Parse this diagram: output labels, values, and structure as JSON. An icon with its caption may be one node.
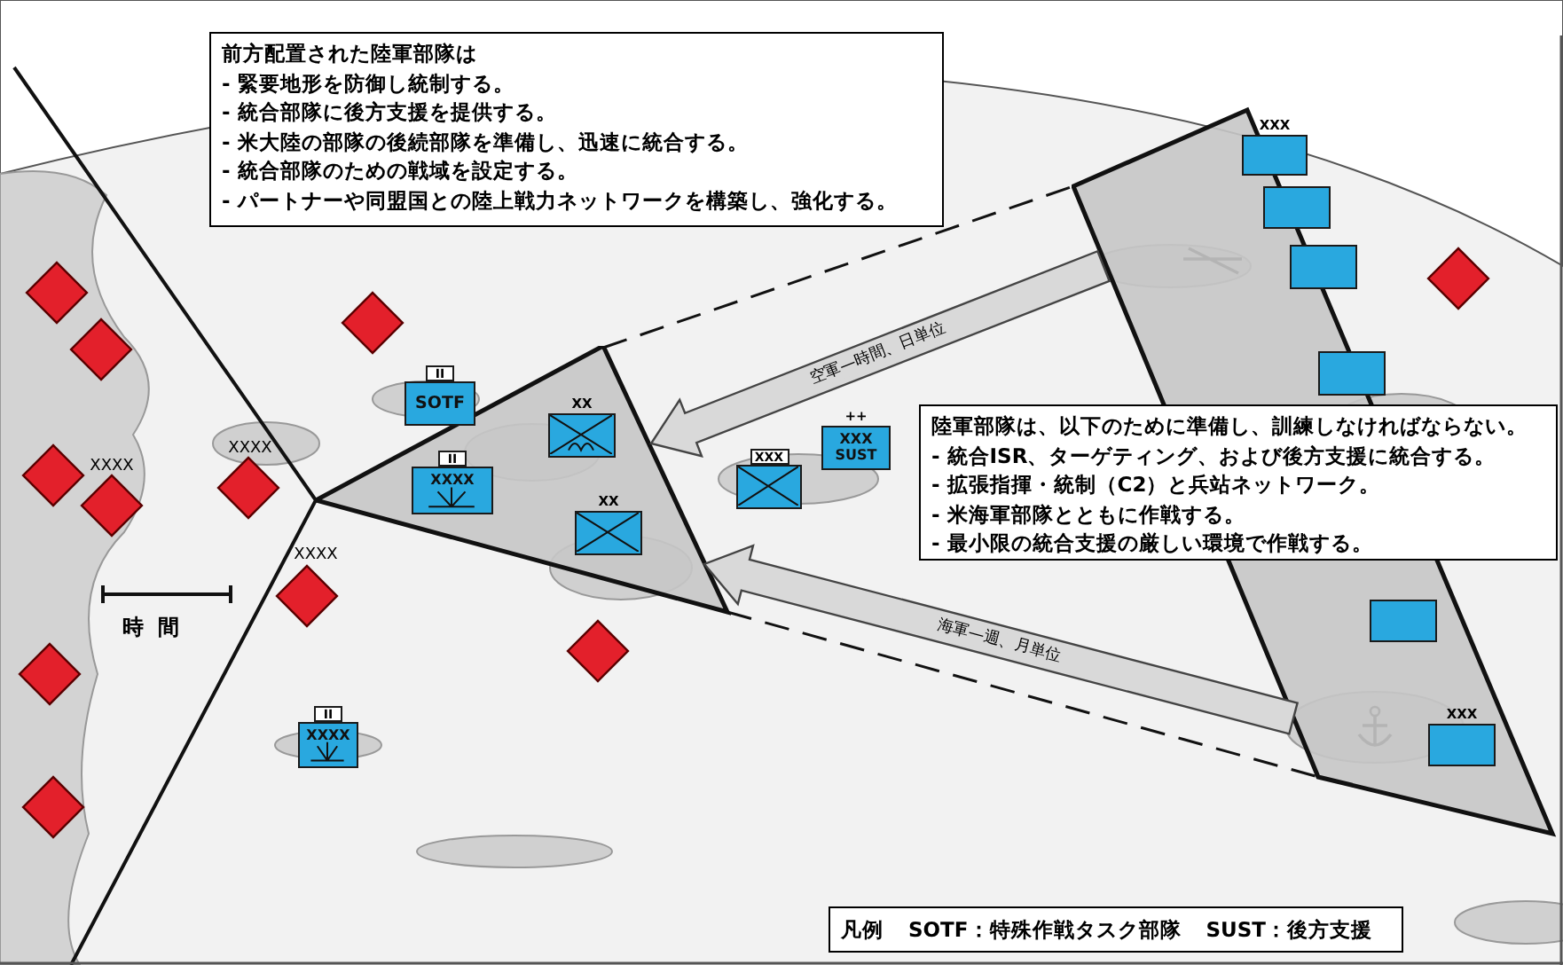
{
  "diagram": {
    "nodes": [
      {
        "text": [
          "前方配置された陸軍部隊は",
          "- 緊要地形を防御し統制する。",
          "- 統合部隊に後方支援を提供する。",
          "- 米大陸の部隊の後続部隊を準備し、迅速に統合する。",
          "- 統合部隊のための戦域を設定する。",
          "- パートナーや同盟国との陸上戦力ネットワークを構築し、強化する。"
        ]
      },
      {
        "text": [],
        "shape": "triangle"
      },
      {
        "text": [],
        "shape": "band"
      },
      {
        "text": [
          "陸軍部隊は、以下のために準備し、訓練しなければならない。",
          "- 統合ISR、ターゲティング、および後方支援に統合する。",
          "- 拡張指揮・統制（C2）と兵站ネットワーク。",
          "- 米海軍部隊とともに作戦する。",
          "- 最小限の統合支援の厳しい環境で作戦する。"
        ]
      },
      {
        "text": [
          "II",
          "SOTF"
        ]
      },
      {
        "text": [
          "II",
          "XXXX"
        ],
        "in": 1
      },
      {
        "text": [
          "XX"
        ],
        "in": 1
      },
      {
        "text": [
          "XX"
        ],
        "in": 1
      },
      {
        "text": [
          "XXX"
        ]
      },
      {
        "text": [
          "++",
          "XXX",
          "SUST"
        ]
      },
      {
        "text": [
          "II",
          "XXXX"
        ]
      },
      {
        "text": [
          "XXX"
        ],
        "in": 2
      },
      {
        "text": [],
        "shape": "box",
        "in": 2
      },
      {
        "text": [],
        "shape": "box",
        "in": 2
      },
      {
        "text": [],
        "shape": "box",
        "in": 2
      },
      {
        "text": [],
        "shape": "box",
        "in": 2
      },
      {
        "text": [
          "XXX"
        ],
        "in": 2
      }
    ],
    "edges": [
      {
        "from": 1,
        "to": 2,
        "arrow": "none",
        "style": "dashed"
      },
      {
        "from": 2,
        "to": 1,
        "arrow": "to",
        "style": "thick",
        "label": "空軍—時間、日単位"
      },
      {
        "from": 2,
        "to": 1,
        "arrow": "to",
        "style": "thick",
        "label": "海軍—週、月単位"
      },
      {
        "from": 1,
        "to": 2,
        "arrow": "none",
        "style": "dashed"
      }
    ],
    "labels": [
      "XXXX",
      "XXXX",
      "XXXX",
      "時間",
      "凡例",
      "SOTF：特殊作戦タスク部隊",
      "SUST：後方支援"
    ]
  }
}
